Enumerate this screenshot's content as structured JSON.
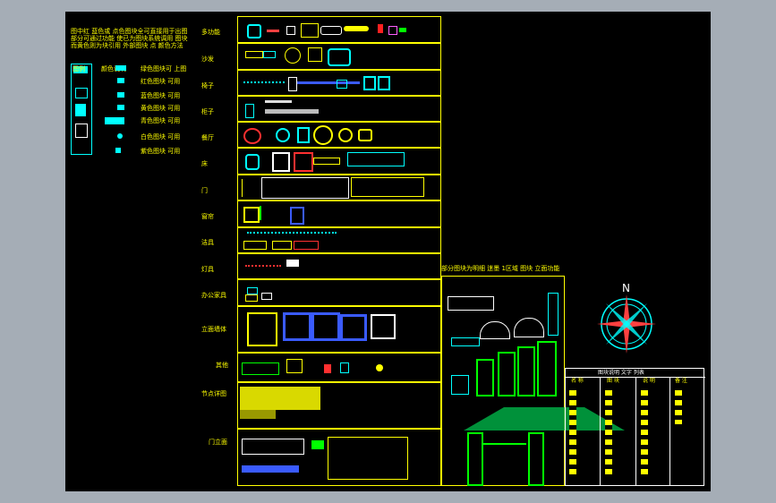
{
  "notes": {
    "line1": "图中红 蓝色或 点色图块全可直接用于出图",
    "line2": "部分可通过功能 使已为图块系统调用 图块",
    "line3": "而黄色则为块引用 外部图块 点 颜色方法"
  },
  "legend": {
    "header_left": "图例",
    "header_right": "颜色说明",
    "items": [
      "绿色图块可 上图",
      "红色图块 可用",
      "蓝色图块 可用",
      "黄色图块 可用",
      "青色图块 可用",
      "白色图块 可用",
      "紫色图块 可用"
    ]
  },
  "categories": [
    "多功能",
    "沙发",
    "椅子",
    "柜子",
    "餐厅",
    "床",
    "门",
    "窗帘",
    "洁具",
    "灯具",
    "办公家具",
    "立面墙体",
    "其他",
    "节点详图",
    "门立面"
  ],
  "ornament_title": "部分图块为明细 迷墨 1区域 图块 立面功能",
  "compass_label": "N",
  "table": {
    "title": "图块说明 文字 列表",
    "col_headers": [
      "名 称",
      "图 块",
      "说 明",
      "备 注"
    ]
  },
  "colors": {
    "background": "#000000",
    "frame": "#ffff00",
    "accent_cyan": "#00ffff",
    "accent_green": "#00ff00",
    "accent_red": "#ff0000",
    "accent_blue": "#3a5bff"
  }
}
